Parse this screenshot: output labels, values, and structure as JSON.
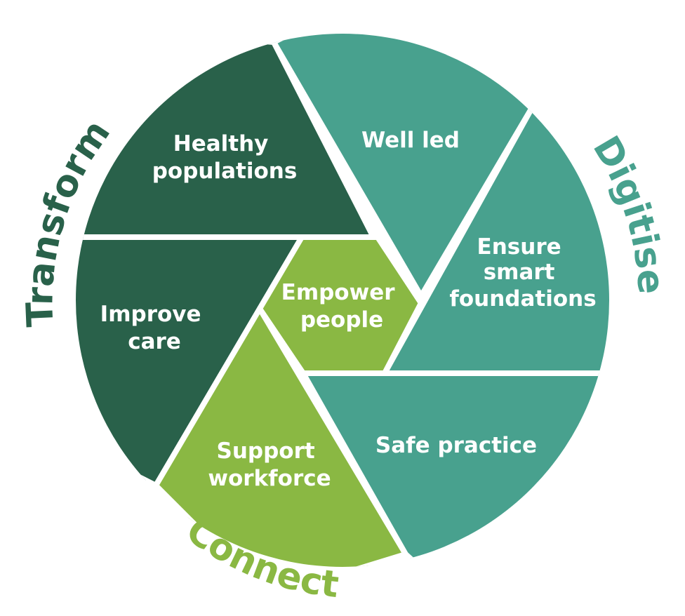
{
  "colors": {
    "dark_green": "#29614a",
    "teal": "#48a18e",
    "lime": "#8ab843",
    "background": "#ffffff"
  },
  "segments": {
    "healthy_populations": {
      "line1": "Healthy",
      "line2": "populations"
    },
    "well_led": {
      "line1": "Well led"
    },
    "ensure_smart_foundations": {
      "line1": "Ensure",
      "line2": "smart",
      "line3": "foundations"
    },
    "improve_care": {
      "line1": "Improve",
      "line2": "care"
    },
    "empower_people": {
      "line1": "Empower",
      "line2": "people"
    },
    "safe_practice": {
      "line1": "Safe practice"
    },
    "support_workforce": {
      "line1": "Support",
      "line2": "workforce"
    }
  },
  "outer_labels": {
    "transform": "Transform",
    "digitise": "Digitise",
    "connect": "Connect"
  }
}
